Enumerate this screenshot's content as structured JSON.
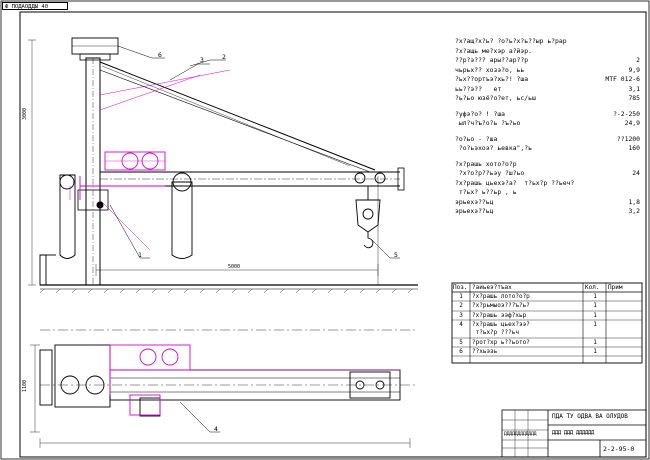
{
  "sheet": {
    "stamp_label": "Ф ПОДАОДДЫ 40",
    "drawing_number": "2-2-95-0",
    "title_block_text": "ПДА ТУ ОДВА ВА ОЛУДОВ",
    "title_block_sub": "ДДД ДДД ДДДДДД",
    "title_block_left": "ДДДДДДДДДДДД"
  },
  "callouts": [
    "1",
    "2",
    "3",
    "4",
    "5",
    "6"
  ],
  "dimensions": {
    "span_horizontal": "5000",
    "height_vertical": "3000",
    "plan_width": "1100"
  },
  "specs": [
    {
      "label": "?x?ащ?x?ь? ?о?ь?х?ь??ыр ь?рар",
      "value": ""
    },
    {
      "label": "?x?ащь ме?хэр а?йэр.",
      "value": ""
    },
    {
      "label": "??р?э??? ары??ар??р",
      "value": "2"
    },
    {
      "label": "чьрьх?? хозэ?о, ьь",
      "value": "9,9"
    },
    {
      "label": "?ьх??ортъэ?хь?! ?ша",
      "value": "МТF 012-6"
    },
    {
      "label": "ьь??э??   ет",
      "value": "3,1"
    },
    {
      "label": "?ь?ьо юзё?о?ет, ьс/ьш",
      "value": "785"
    },
    {
      "label": "?уфэ?о? ! ?ша",
      "value": "?-2-250"
    },
    {
      "label": " ыл?ч?ъ?о?ь ?ъ?ьо",
      "value": "24,9"
    },
    {
      "label": "?о?ьо - ?ша",
      "value": "??1200"
    },
    {
      "label": " ?о?ьэхоэ? ьевка\",?ь",
      "value": "160"
    },
    {
      "label": "?х?рашь хото?о?р",
      "value": ""
    },
    {
      "label": " ?х?о?р??ьэу ?ш?ьо",
      "value": "24"
    },
    {
      "label": "?х?рашь цьехэ?а?  т?ьх?р ??ьеч?",
      "value": ""
    },
    {
      "label": " т?ьх? ь??ьр , ь",
      "value": ""
    },
    {
      "label": "эрьехэ??ьц",
      "value": "1,8"
    },
    {
      "label": "эрьехэ??ьц",
      "value": "3,2"
    }
  ],
  "spec_table": {
    "headers": [
      "Поз.",
      "?аиьеэ?тъах",
      "Кол.",
      "Прим"
    ],
    "rows": [
      {
        "pos": "1",
        "name": "?х?рашь лото?о?р",
        "qty": "1"
      },
      {
        "pos": "2",
        "name": "?х?рьмыоэ???ъ?ь?",
        "qty": "1"
      },
      {
        "pos": "3",
        "name": "?х?рашь ээф?хьр",
        "qty": "1"
      },
      {
        "pos": "4",
        "name": "?х?рашь цьех?ээ?",
        "qty": "1"
      },
      {
        "pos": "",
        "name": " т?ьх?р ???ьч",
        "qty": ""
      },
      {
        "pos": "5",
        "name": "?рот?хр ь??ьото?",
        "qty": "1"
      },
      {
        "pos": "6",
        "name": "??хьэзь",
        "qty": "1"
      }
    ]
  }
}
